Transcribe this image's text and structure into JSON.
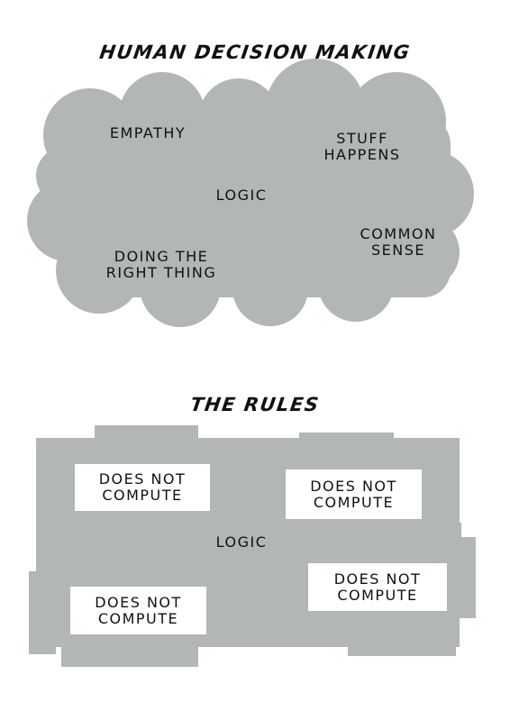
{
  "panel1": {
    "title": "HUMAN DECISION MAKING",
    "cloud_color": "#b2b6b6",
    "labels": {
      "empathy": "EMPATHY",
      "stuff_line1": "STUFF",
      "stuff_line2": "HAPPENS",
      "logic": "LOGIC",
      "common_line1": "COMMON",
      "common_line2": "SENSE",
      "doing_line1": "DOING THE",
      "doing_line2": "RIGHT THING"
    }
  },
  "panel2": {
    "title": "THE RULES",
    "block_color": "#b2b6b6",
    "logic": "LOGIC",
    "boxes": [
      {
        "line1": "DOES NOT",
        "line2": "COMPUTE"
      },
      {
        "line1": "DOES NOT",
        "line2": "COMPUTE"
      },
      {
        "line1": "DOES NOT",
        "line2": "COMPUTE"
      },
      {
        "line1": "DOES NOT",
        "line2": "COMPUTE"
      }
    ]
  }
}
